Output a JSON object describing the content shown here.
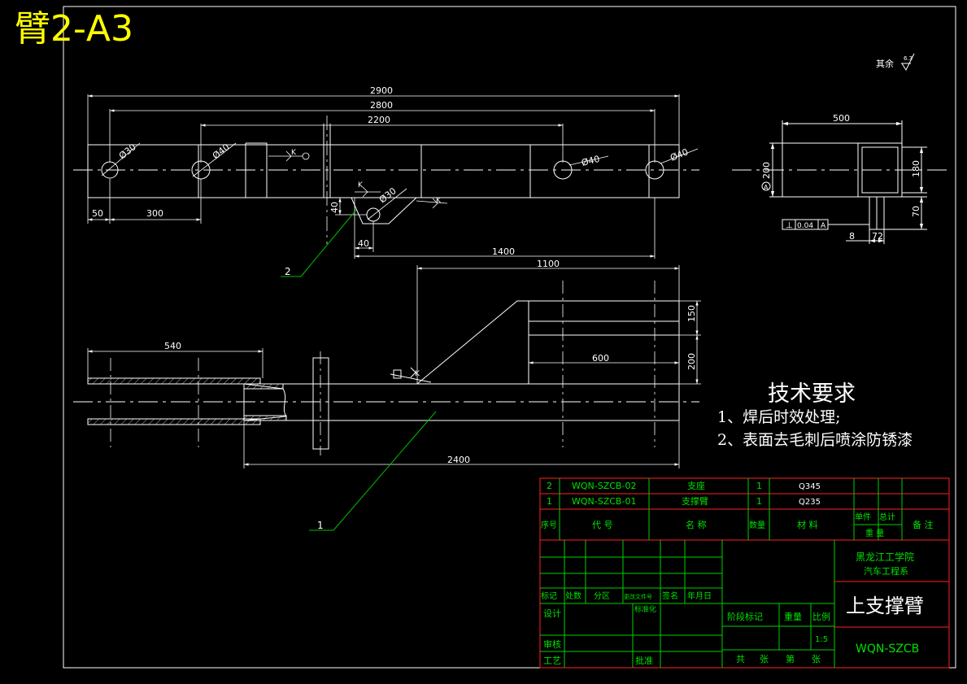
{
  "sheet_title": "臂2-A3",
  "roughness_note": "其余",
  "roughness_value": "6.3",
  "dimensions": {
    "d2900": "2900",
    "d2800": "2800",
    "d2200": "2200",
    "phi30a": "Ø30",
    "phi40a": "Ø40",
    "phi40b": "Ø40",
    "phi40c": "Ø40",
    "phi30b": "Ø30",
    "d50": "50",
    "d300": "300",
    "d40v": "40",
    "d40h": "40",
    "d1400": "1400",
    "d500": "500",
    "d200v": "200",
    "d180": "180",
    "d70": "70",
    "d8": "8",
    "d72": "72",
    "d1100": "1100",
    "d150": "150",
    "d200b": "200",
    "d600": "600",
    "d540": "540",
    "d2400": "2400"
  },
  "weld_symbol": "K",
  "tolerance": {
    "symbol": "⊥",
    "value": "0.04",
    "datum": "A"
  },
  "datum_label": "A",
  "balloons": {
    "b1": "1",
    "b2": "2"
  },
  "technical_requirements": {
    "title": "技术要求",
    "items": [
      "1、焊后时效处理;",
      "2、表面去毛刺后喷涂防锈漆"
    ]
  },
  "bom": {
    "rows": [
      {
        "no": "2",
        "code": "WQN-SZCB-02",
        "name": "支座",
        "qty": "1",
        "material": "Q345"
      },
      {
        "no": "1",
        "code": "WQN-SZCB-01",
        "name": "支撑臂",
        "qty": "1",
        "material": "Q235"
      }
    ],
    "headers": {
      "no": "序号",
      "code": "代 号",
      "name": "名 称",
      "qty": "数量",
      "material": "材 料",
      "unit_weight": "单件",
      "total_weight": "总计",
      "weight": "重 量",
      "remarks": "备 注"
    }
  },
  "title_block": {
    "school": "黑龙江工学院",
    "department": "汽车工程系",
    "drawing_name": "上支撑臂",
    "drawing_number": "WQN-SZCB",
    "scale": "1:5",
    "labels": {
      "mark": "标记",
      "count": "处数",
      "zone": "分区",
      "change_doc": "更改文件号",
      "signature": "签名",
      "date": "年月日",
      "design": "设计",
      "standardize": "标准化",
      "stage_mark": "阶段标记",
      "weight": "重量",
      "scale": "比例",
      "review": "审核",
      "process": "工艺",
      "approve": "批准",
      "total": "共",
      "sheets": "张",
      "sheet_no": "第",
      "sheet": "张"
    }
  },
  "colors": {
    "background": "#000000",
    "outline": "#ffffff",
    "title_yellow": "#ffff00",
    "table_green": "#00d000",
    "table_red": "#ff2020"
  }
}
